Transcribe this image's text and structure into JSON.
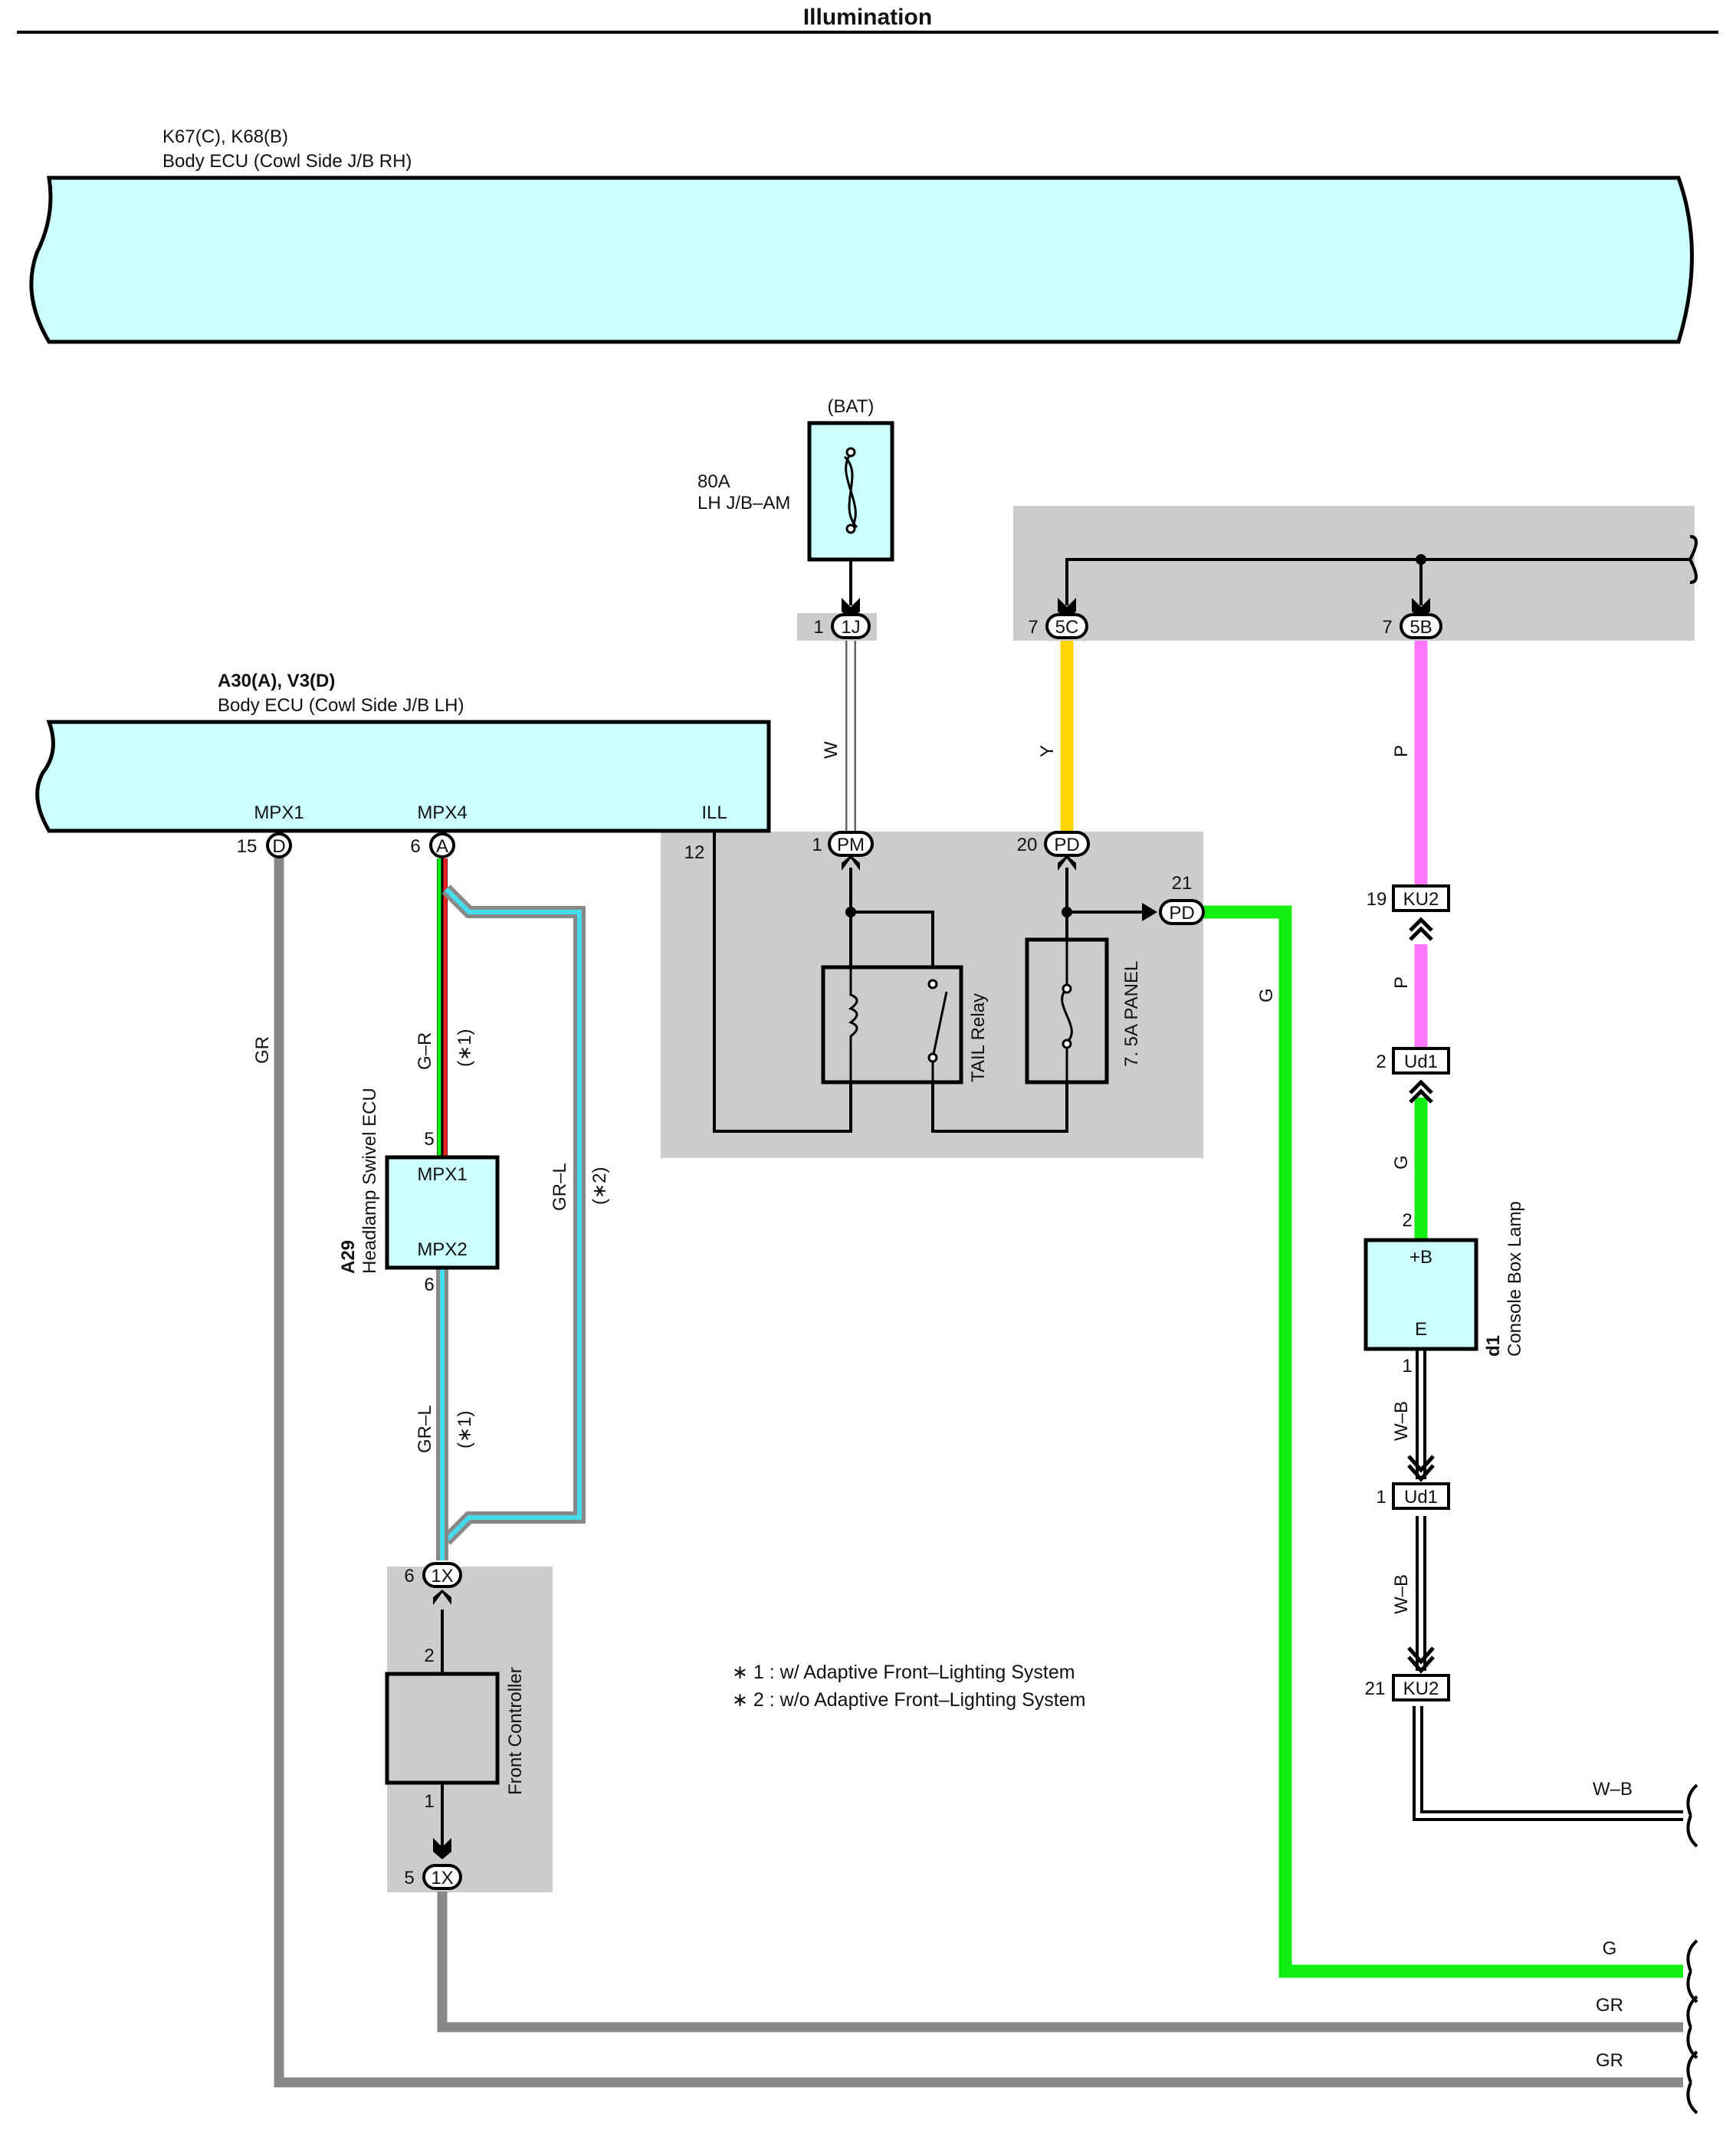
{
  "page_title": "Illumination",
  "colors": {
    "ecu_fill": "#ccffff",
    "jb_area": "#cccccc",
    "wire_GR": "#888888",
    "wire_G": "#11ee11",
    "wire_Y": "#ffd500",
    "wire_P": "#ff77ff",
    "wire_GR_L": "#44ddee",
    "wire_G_R_red": "#ee2222",
    "wire_W": "#ffffff",
    "ink": "#000000"
  },
  "components": {
    "body_ecu_rh": {
      "code": "K67(C), K68(B)",
      "name": "Body ECU (Cowl Side J/B RH)"
    },
    "body_ecu_lh": {
      "code": "A30(A), V3(D)",
      "name": "Body ECU (Cowl Side J/B LH)",
      "pins": [
        {
          "label": "MPX1",
          "number": "15",
          "connector": "D"
        },
        {
          "label": "MPX4",
          "number": "6",
          "connector": "A"
        },
        {
          "label": "ILL",
          "number": "12"
        }
      ]
    },
    "fuse_am": {
      "source": "(BAT)",
      "rating": "80A",
      "name": "LH J/B–AM"
    },
    "tail_relay": {
      "name": "TAIL Relay"
    },
    "panel_fuse": {
      "name": "7. 5A PANEL"
    },
    "headlamp_swivel_ecu": {
      "code": "A29",
      "name": "Headlamp Swivel ECU",
      "pin_a": "MPX1",
      "pin_b": "MPX2",
      "pin_a_num": "5",
      "pin_b_num": "6"
    },
    "front_controller": {
      "name": "Front Controller",
      "pin_top": "2",
      "pin_bottom": "1"
    },
    "console_box_lamp": {
      "code": "d1",
      "name": "Console Box Lamp",
      "pin_top_label": "+B",
      "pin_bottom_label": "E",
      "pin_top": "2",
      "pin_bottom": "1"
    }
  },
  "connectors": [
    {
      "id": "1J",
      "pin": "1"
    },
    {
      "id": "5C",
      "pin": "7"
    },
    {
      "id": "5B",
      "pin": "7"
    },
    {
      "id": "PM",
      "pin": "1"
    },
    {
      "id": "PD",
      "pin": "20"
    },
    {
      "id": "PD",
      "pin": "21"
    },
    {
      "id": "KU2",
      "pin": "19"
    },
    {
      "id": "Ud1",
      "pin": "2"
    },
    {
      "id": "Ud1",
      "pin": "1"
    },
    {
      "id": "KU2",
      "pin": "21"
    },
    {
      "id": "1X",
      "pin": "6"
    },
    {
      "id": "1X",
      "pin": "5"
    }
  ],
  "wire_labels": {
    "gr_left": "GR",
    "g_r": "G–R",
    "gr_l_a": "GR–L",
    "gr_l_b": "GR–L",
    "w": "W",
    "y": "Y",
    "p_a": "P",
    "p_b": "P",
    "g_vertical": "G",
    "g_short": "G",
    "wb_a": "W–B",
    "wb_b": "W–B",
    "wb_out": "W–B",
    "g_out": "G",
    "gr_out_a": "GR",
    "gr_out_b": "GR",
    "note_1_tag": "(∗1)",
    "note_2_tag": "(∗2)"
  },
  "notes": [
    "∗ 1 : w/ Adaptive Front–Lighting System",
    "∗ 2 : w/o Adaptive Front–Lighting System"
  ]
}
